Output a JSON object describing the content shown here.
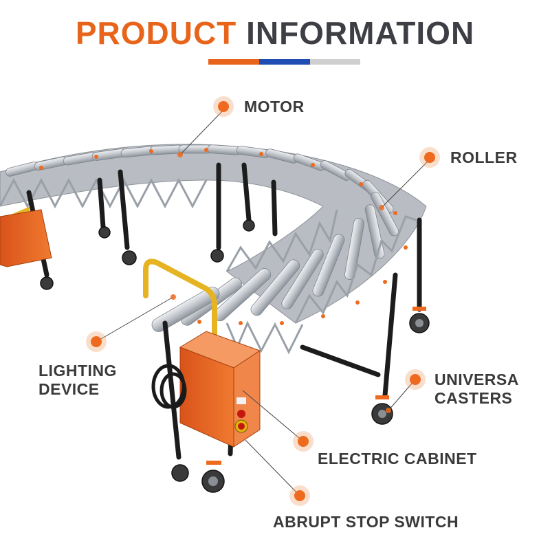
{
  "header": {
    "title_part1": "PRODUCT",
    "title_part2": "INFORMATION",
    "underline_colors": [
      "#e8641b",
      "#1f4db3",
      "#cfcfcf"
    ]
  },
  "colors": {
    "accent": "#e8641b",
    "text": "#3a3a3a",
    "frame": "#1c1c1c",
    "roller": "#c9ccd1",
    "cabinet": "#e8601a",
    "handle": "#e6b422"
  },
  "callouts": {
    "motor": "MOTOR",
    "roller": "ROLLER",
    "lighting_line1": "LIGHTING",
    "lighting_line2": "DEVICE",
    "casters_line1": "UNIVERSA",
    "casters_line2": "CASTERS",
    "electric_cabinet": "ELECTRIC CABINET",
    "stop_switch": "ABRUPT STOP SWITCH"
  },
  "icons": [
    "callout-dot-icon"
  ]
}
